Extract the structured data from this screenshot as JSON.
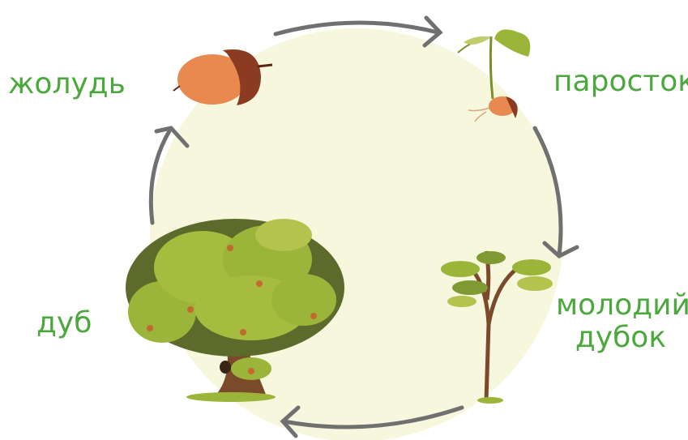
{
  "diagram": {
    "stages": [
      {
        "id": "acorn",
        "label": "жолудь"
      },
      {
        "id": "sprout",
        "label": "паросток"
      },
      {
        "id": "young-oak",
        "label_lines": [
          "молодий",
          "дубок"
        ]
      },
      {
        "id": "oak",
        "label": "дуб"
      }
    ],
    "colors": {
      "label": "#4aa83c",
      "circle_fill": "#f7f7dd",
      "arrow": "#707070",
      "acorn_cap": "#8a3b22",
      "acorn_body": "#e8894f",
      "foliage": "#9bb53a",
      "foliage_dark": "#5c6b2c",
      "trunk": "#7a4a2a"
    }
  }
}
